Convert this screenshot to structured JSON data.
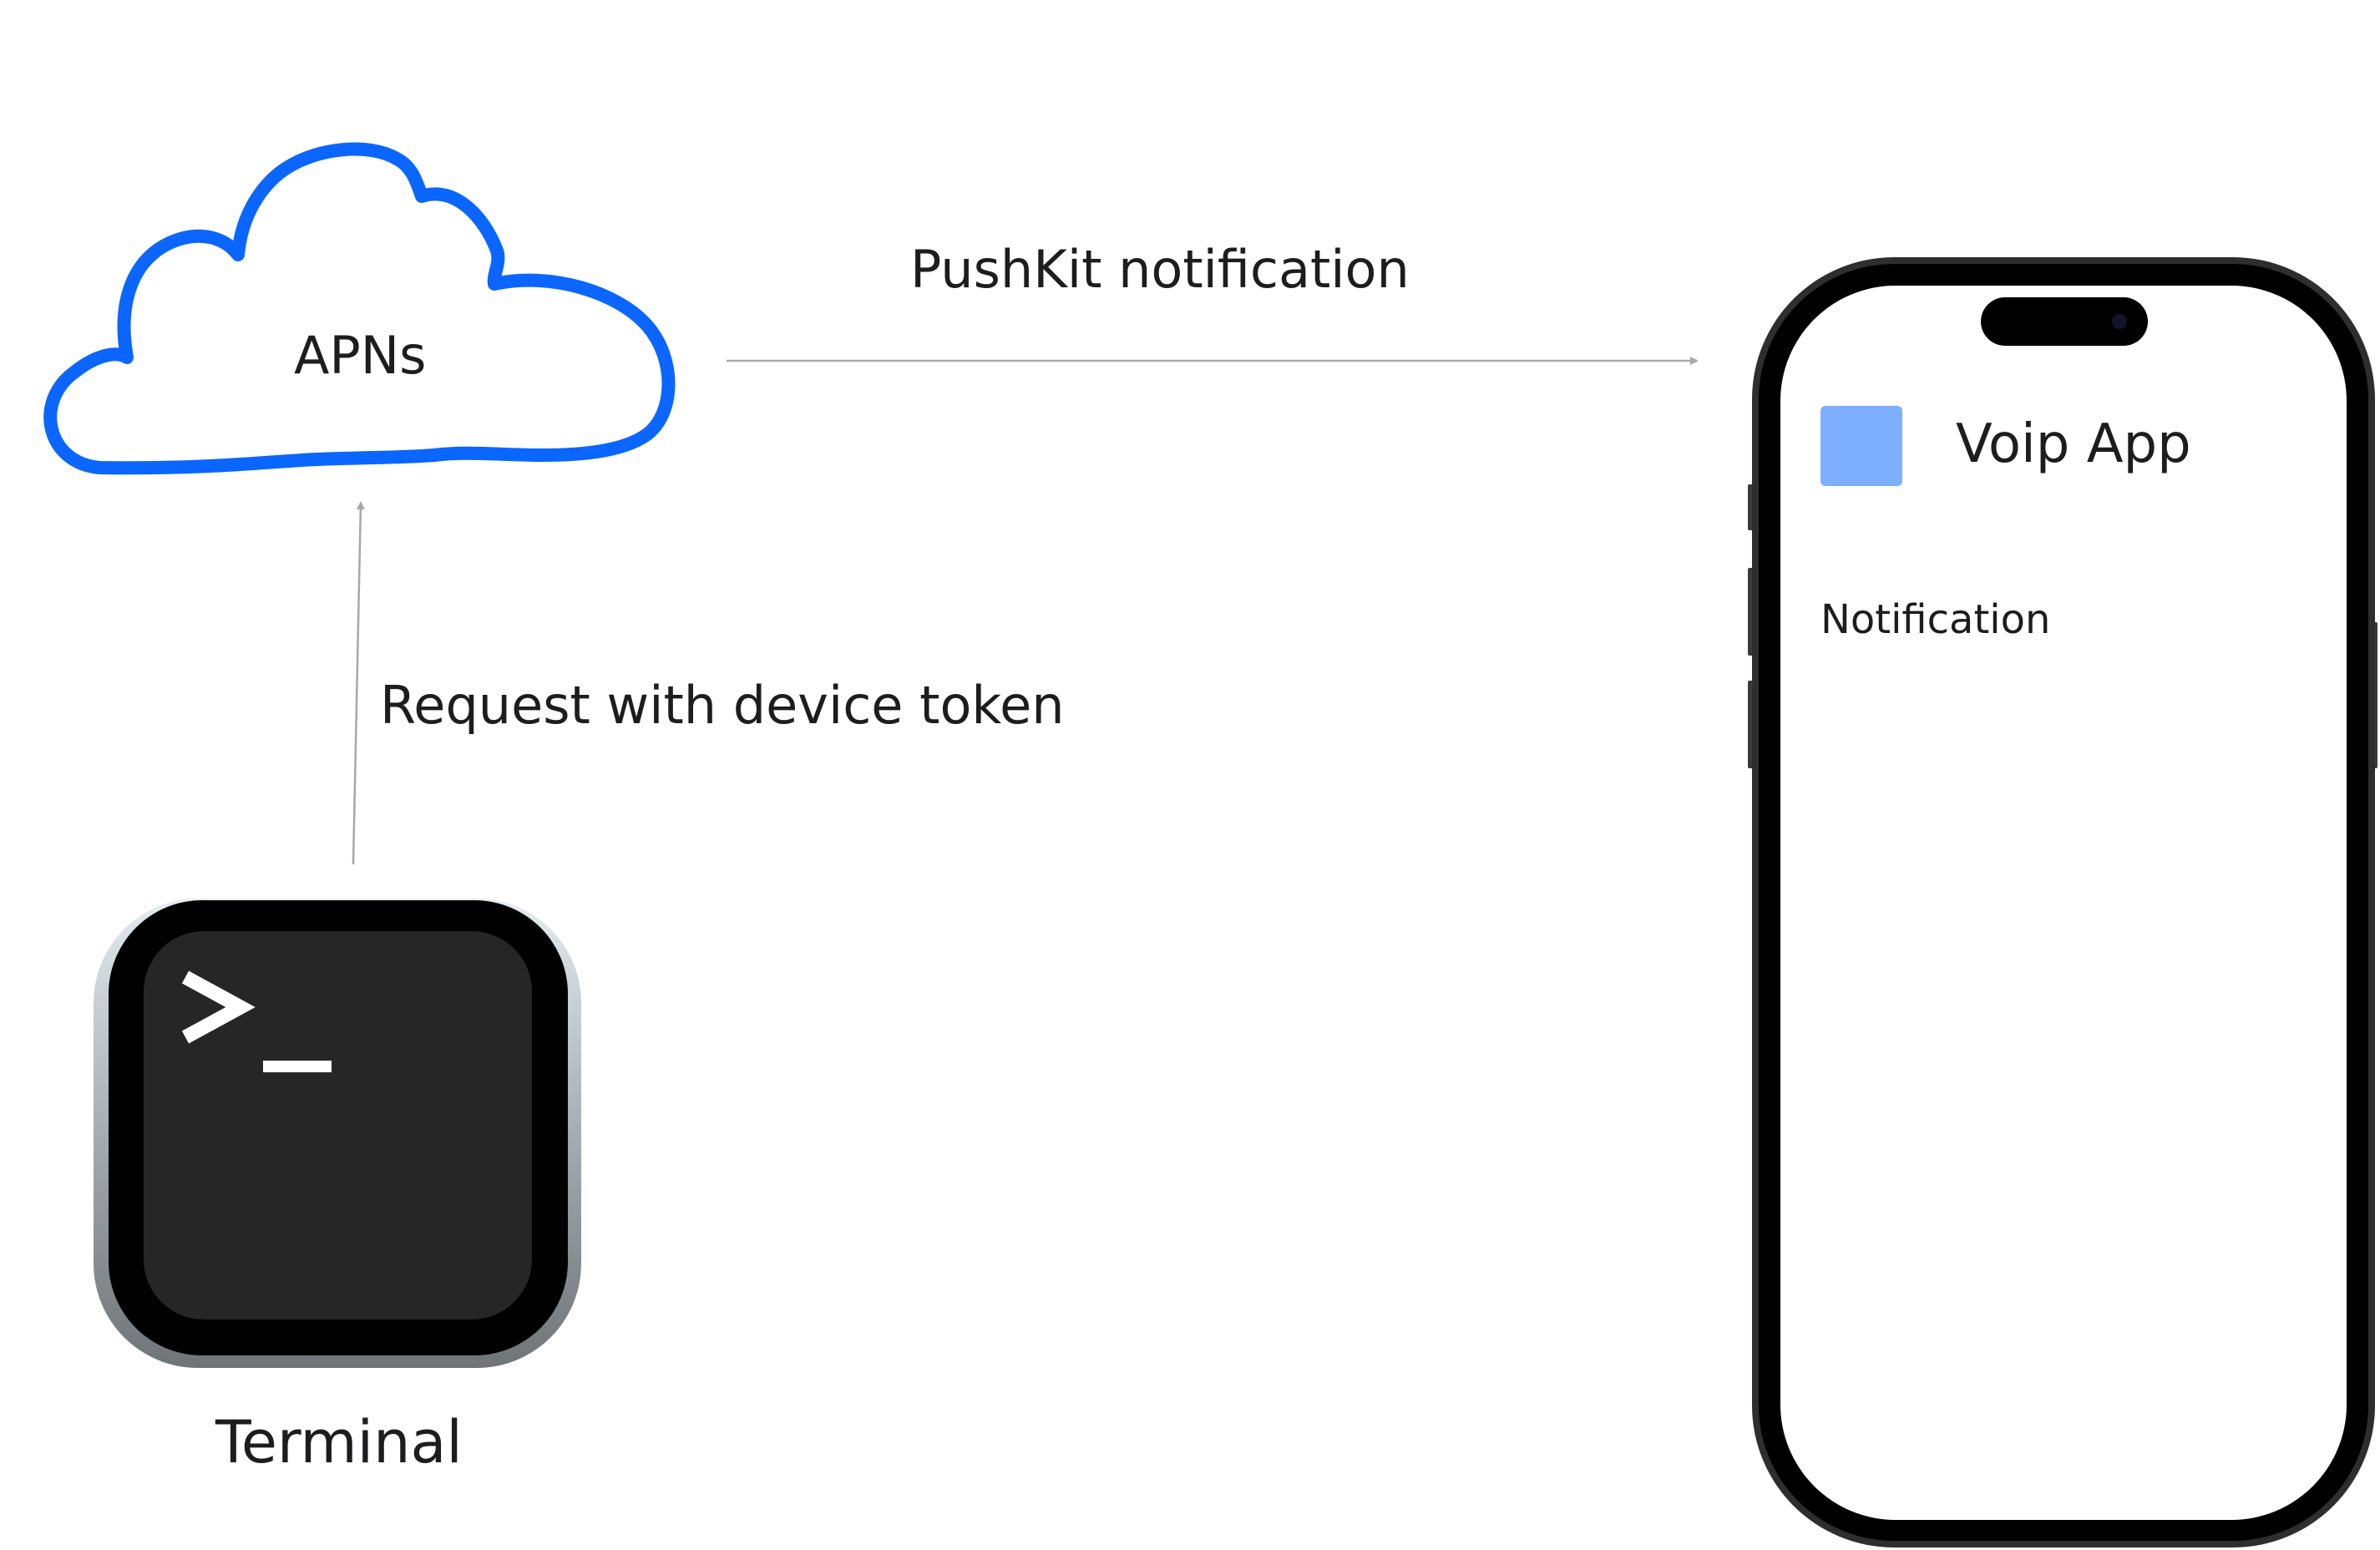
{
  "nodes": {
    "apns": {
      "label": "APNs",
      "icon": "cloud-icon",
      "stroke_color": "#0a66ff"
    },
    "terminal": {
      "label": "Terminal",
      "icon": "terminal-app-icon",
      "prompt": ">_"
    },
    "phone": {
      "icon": "iphone-icon",
      "app_name": "Voip App",
      "app_icon_color": "#7eaeff",
      "notification_text": "Notification"
    }
  },
  "edges": [
    {
      "from": "terminal",
      "to": "apns",
      "label": "Request with device token"
    },
    {
      "from": "apns",
      "to": "phone",
      "label": "PushKit notification"
    }
  ],
  "colors": {
    "cloud_stroke": "#0a66ff",
    "arrow": "#a8a8a8",
    "app_icon": "#7eaeff"
  }
}
